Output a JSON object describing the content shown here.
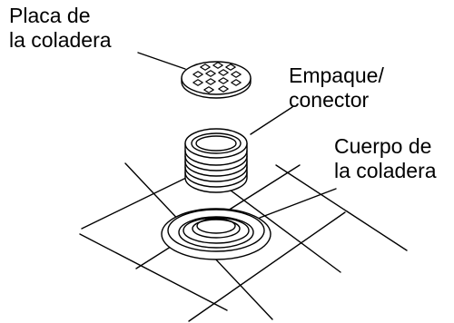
{
  "labels": {
    "strainer_plate": [
      "Placa de",
      "la coladera"
    ],
    "gasket": [
      "Empaque/",
      "conector"
    ],
    "drain_body": [
      "Cuerpo de",
      "la coladera"
    ]
  },
  "colors": {
    "line": "#000000",
    "background": "#ffffff"
  },
  "parts": {
    "strainer_plate": {
      "slot_count": 13
    },
    "gasket": {
      "ring_count": 6
    }
  }
}
